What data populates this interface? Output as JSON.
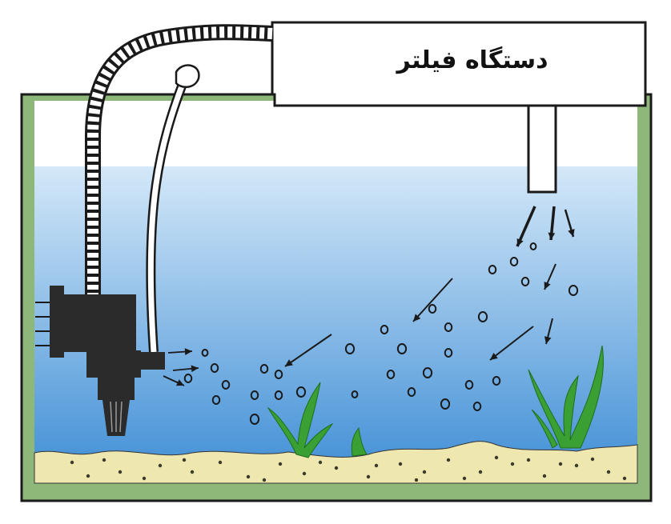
{
  "diagram": {
    "filter_label": "دستگاه فیلتر"
  },
  "colors": {
    "water_top": "#cfe4f6",
    "water_bottom": "#3f8fd6",
    "tank_frame": "#8db87a",
    "sand": "#efe7b0",
    "plant": "#3aa033",
    "outline": "#1a1a1a",
    "pump": "#2b2b2b"
  },
  "icons": [
    "filter-box",
    "pump",
    "hose",
    "air-tube",
    "bubble",
    "flow-arrow",
    "plant",
    "sand"
  ]
}
